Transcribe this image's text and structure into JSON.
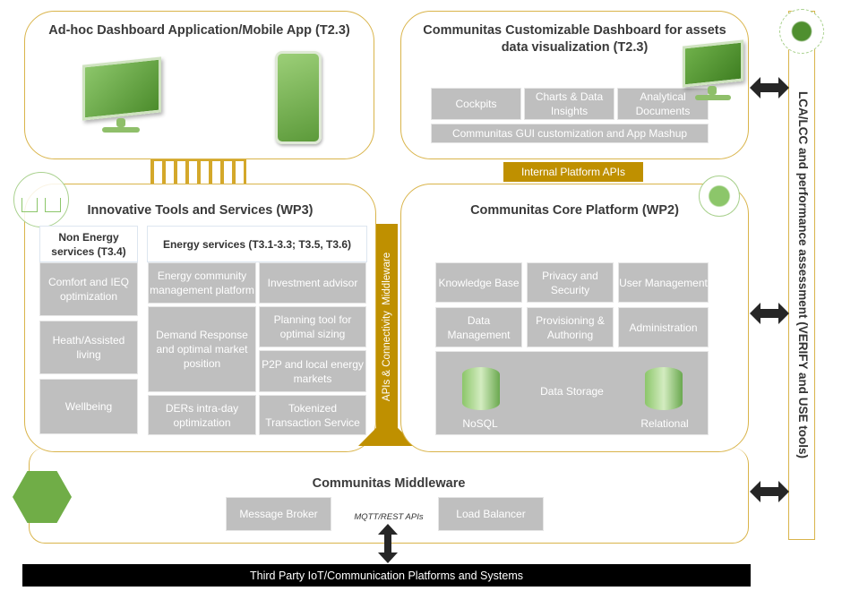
{
  "adhoc": {
    "title": "Ad-hoc Dashboard Application/Mobile App (T2.3)"
  },
  "dashboard": {
    "title": "Communitas Customizable Dashboard for assets data visualization (T2.3)",
    "cells": [
      "Cockpits",
      "Charts & Data Insights",
      "Analytical Documents"
    ],
    "wide": "Communitas GUI customization and App Mashup"
  },
  "internal_apis": "Internal Platform APIs",
  "wp3": {
    "title": "Innovative Tools and Services (WP3)",
    "non_energy": {
      "header": "Non Energy services (T3.4)",
      "items": [
        "Comfort and IEQ optimization",
        "Heath/Assisted living",
        "Wellbeing"
      ]
    },
    "energy": {
      "header": "Energy services (T3.1-3.3; T3.5, T3.6)",
      "items": [
        "Energy community management platform",
        "Investment advisor",
        "Demand Response and optimal market position",
        "Planning tool for optimal sizing",
        "P2P and local energy markets",
        "DERs intra-day optimization",
        "Tokenized Transaction Service"
      ]
    }
  },
  "apis_middleware": "APIs & Connectivity  Middleware",
  "wp2": {
    "title": "Communitas Core Platform (WP2)",
    "cells": [
      "Knowledge Base",
      "Privacy and Security",
      "User Management",
      "Data Management",
      "Provisioning & Authoring",
      "Administration"
    ],
    "storage": {
      "label": "Data Storage",
      "nosql": "NoSQL",
      "relational": "Relational"
    }
  },
  "middleware": {
    "title": "Communitas Middleware",
    "broker": "Message Broker",
    "balancer": "Load Balancer",
    "protocol": "MQTT/REST APIs"
  },
  "third_party": "Third Party IoT/Communication Platforms and Systems",
  "lca": "LCA/LCC and performance assessment (VERIFY and USE tools)",
  "colors": {
    "gold": "#bf9000",
    "border": "#d9b44a",
    "cell": "#bfbfbf",
    "green": "#70ad47"
  }
}
